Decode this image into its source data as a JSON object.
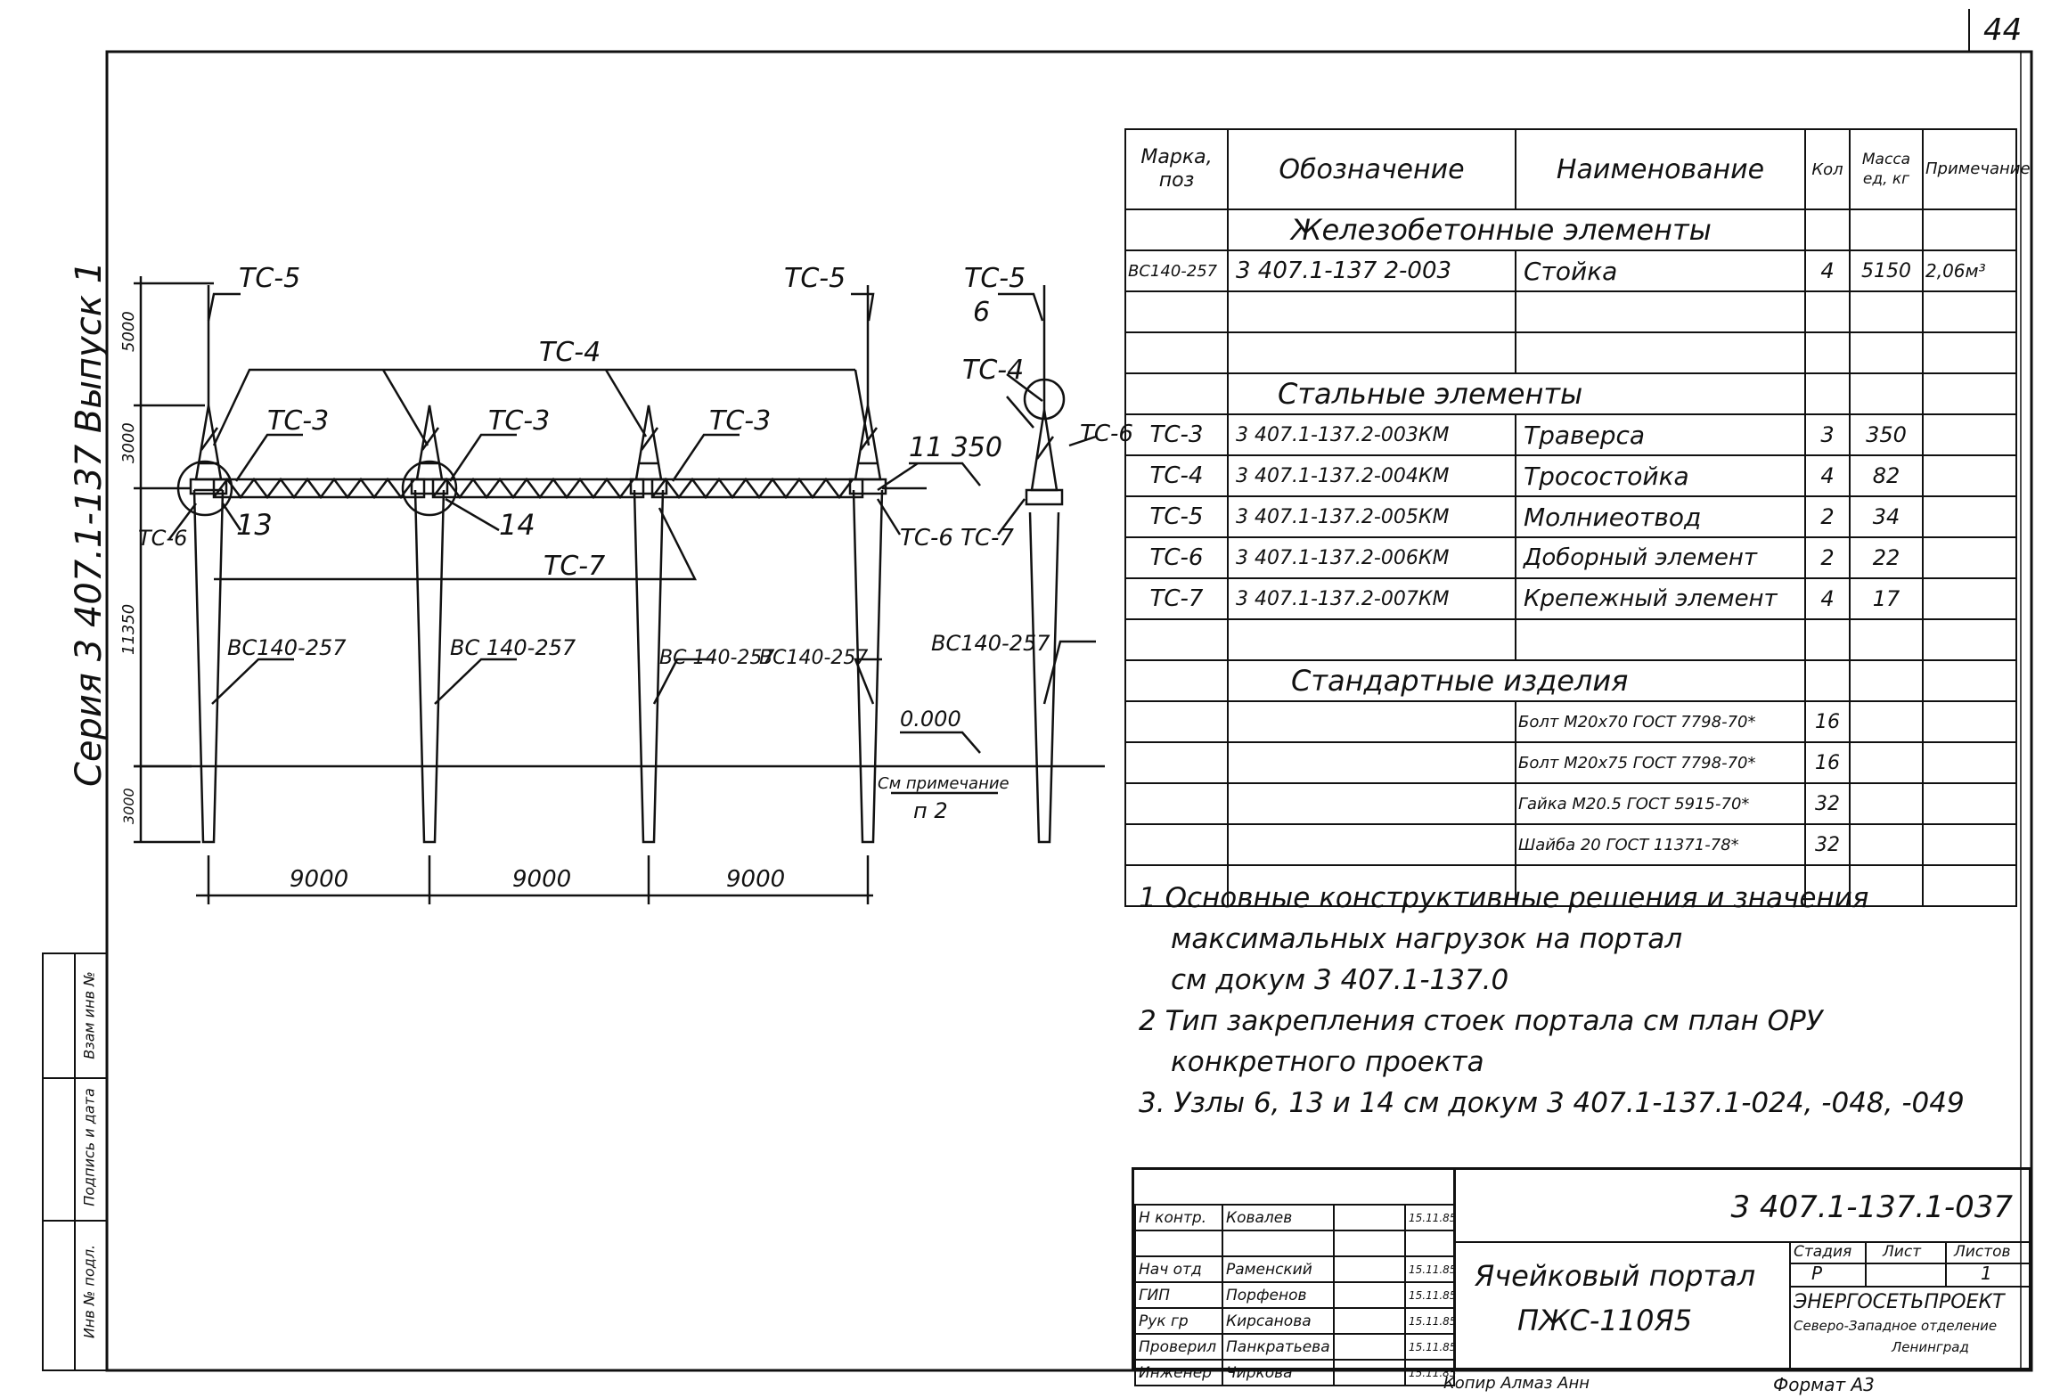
{
  "sheet": {
    "number": "44",
    "left_margin_text": "Серия 3 407.1-137 Выпуск 1",
    "stamp_labels": [
      "Инв № подл.",
      "Подпись и дата",
      "Взам инв №"
    ],
    "format": "Формат А3",
    "copy_note": "Копир Алмаз Анн"
  },
  "drawing": {
    "labels": {
      "tc5": "ТС-5",
      "tc4": "ТС-4",
      "tc3": "ТС-3",
      "tc6": "ТС-6",
      "tc7": "ТС-7",
      "node6": "6",
      "node13": "13",
      "node14": "14",
      "column": "ВС140-257",
      "column_b": "ВС 140-257",
      "elev_top": "11 350",
      "elev_zero": "0.000",
      "see_note": "См примечание",
      "see_note_p": "п 2"
    },
    "dims": {
      "d1": "5000",
      "d2": "3000",
      "d3": "11350",
      "d4": "3000",
      "span": "9000"
    }
  },
  "spec_table": {
    "headers": [
      "Марка, поз",
      "Обозначение",
      "Наименование",
      "Кол",
      "Масса ед, кг",
      "Примечание"
    ],
    "sections": {
      "rc": "Железобетонные элементы",
      "steel": "Стальные элементы",
      "std": "Стандартные изделия"
    },
    "rc_rows": [
      {
        "mark": "ВС140-257",
        "code": "3 407.1-137 2-003",
        "name": "Стойка",
        "qty": "4",
        "mass": "5150",
        "note": "2,06м³"
      }
    ],
    "steel_rows": [
      {
        "mark": "ТС-3",
        "code": "3 407.1-137.2-003КМ",
        "name": "Траверса",
        "qty": "3",
        "mass": "350"
      },
      {
        "mark": "ТС-4",
        "code": "3 407.1-137.2-004КМ",
        "name": "Тросостойка",
        "qty": "4",
        "mass": "82"
      },
      {
        "mark": "ТС-5",
        "code": "3 407.1-137.2-005КМ",
        "name": "Молниеотвод",
        "qty": "2",
        "mass": "34"
      },
      {
        "mark": "ТС-6",
        "code": "3 407.1-137.2-006КМ",
        "name": "Доборный элемент",
        "qty": "2",
        "mass": "22"
      },
      {
        "mark": "ТС-7",
        "code": "3 407.1-137.2-007КМ",
        "name": "Крепежный элемент",
        "qty": "4",
        "mass": "17"
      }
    ],
    "std_rows": [
      {
        "name": "Болт М20х70 ГОСТ 7798-70*",
        "qty": "16"
      },
      {
        "name": "Болт М20х75 ГОСТ 7798-70*",
        "qty": "16"
      },
      {
        "name": "Гайка М20.5 ГОСТ 5915-70*",
        "qty": "32"
      },
      {
        "name": "Шайба 20 ГОСТ 11371-78*",
        "qty": "32"
      }
    ]
  },
  "notes": [
    "1 Основные конструктивные решения и значения",
    "максимальных нагрузок на портал",
    "см докум 3 407.1-137.0",
    "2 Тип закрепления стоек портала см план ОРУ",
    "конкретного проекта",
    "3. Узлы 6, 13 и 14 см докум 3 407.1-137.1-024, -048, -049"
  ],
  "title_block": {
    "code": "3 407.1-137.1-037",
    "title_line1": "Ячейковый портал",
    "title_line2": "ПЖС-110Я5",
    "stage_hdr": "Стадия",
    "sheet_hdr": "Лист",
    "sheets_hdr": "Листов",
    "stage": "Р",
    "sheets": "1",
    "org1": "ЭНЕРГОСЕТЬПРОЕКТ",
    "org2": "Северо-Западное отделение",
    "org3": "Ленинград",
    "people": [
      {
        "role": "Н контр.",
        "name": "Ковалев",
        "date": "15.11.85"
      },
      {
        "role": "Нач отд",
        "name": "Раменский",
        "date": "15.11.85"
      },
      {
        "role": "ГИП",
        "name": "Порфенов",
        "date": "15.11.85"
      },
      {
        "role": "Рук гр",
        "name": "Кирсанова",
        "date": "15.11.85"
      },
      {
        "role": "Проверил",
        "name": "Панкратьева",
        "date": "15.11.85"
      },
      {
        "role": "Инженер",
        "name": "Чиркова",
        "date": "15.11.85"
      }
    ]
  }
}
